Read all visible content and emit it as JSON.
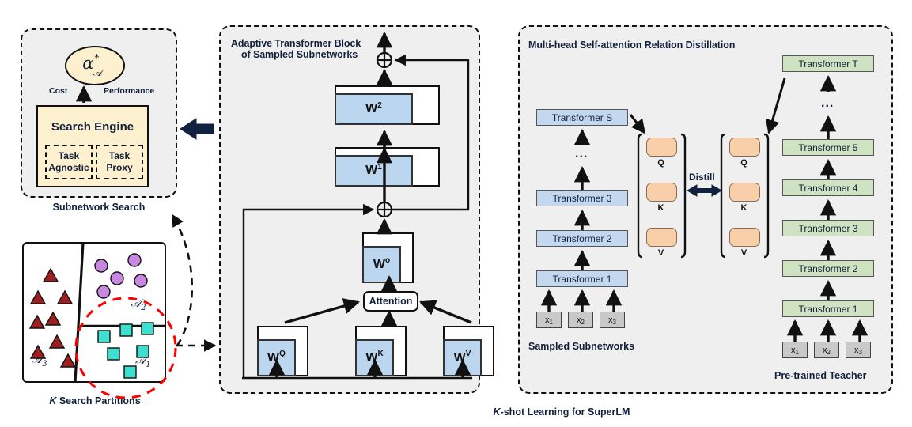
{
  "figure": {
    "caption": "K-shot Learning for SuperLM",
    "caption_k": "K",
    "caption_rest": "-shot Learning for SuperLM"
  },
  "left_panel": {
    "title": "Subnetwork Search",
    "objective_symbol": "α",
    "objective_superscript": "*",
    "objective_subscript": "𝒜",
    "cost_label": "Cost",
    "performance_label": "Performance",
    "search_engine_label": "Search Engine",
    "modules": [
      {
        "line1": "Task",
        "line2": "Agnostic"
      },
      {
        "line1": "Task",
        "line2": "Proxy"
      }
    ]
  },
  "partitions": {
    "caption_k": "K",
    "caption_rest": " Search Partitions",
    "caption": "K Search Partitions",
    "regions": [
      {
        "label": "A",
        "sub": "3",
        "shape": "triangle",
        "color": "#9e1f1f"
      },
      {
        "label": "A",
        "sub": "2",
        "shape": "circle",
        "color": "#c887e0"
      },
      {
        "label": "A",
        "sub": "1",
        "shape": "square",
        "color": "#3de0d0"
      }
    ],
    "highlight_color": "#ff0000"
  },
  "middle_panel": {
    "title_line1": "Adaptive Transformer Block",
    "title_line2": "of Sampled Subnetworks",
    "attention_label": "Attention",
    "weights": [
      {
        "name": "W",
        "sup": "2"
      },
      {
        "name": "W",
        "sup": "1"
      },
      {
        "name": "W",
        "sup": "o"
      },
      {
        "name": "W",
        "sup": "Q"
      },
      {
        "name": "W",
        "sup": "K"
      },
      {
        "name": "W",
        "sup": "V"
      }
    ],
    "add_symbol": "⊕"
  },
  "right_panel": {
    "title": "Multi-head Self-attention Relation Distillation",
    "distill_label": "Distill",
    "student": {
      "caption": "Sampled Subnetworks",
      "layers": [
        "Transformer 1",
        "Transformer 2",
        "Transformer 3",
        "Transformer S"
      ],
      "ellipsis": "...",
      "inputs": [
        "x1",
        "x2",
        "x3"
      ],
      "input_base": "x",
      "input_subs": [
        "1",
        "2",
        "3"
      ],
      "color": "#c3d8ef"
    },
    "teacher": {
      "caption": "Pre-trained Teacher",
      "layers": [
        "Transformer 1",
        "Transformer 2",
        "Transformer 3",
        "Transformer 4",
        "Transformer 5",
        "Transformer T"
      ],
      "ellipsis": "...",
      "inputs": [
        "x1",
        "x2",
        "x3"
      ],
      "input_base": "x",
      "input_subs": [
        "1",
        "2",
        "3"
      ],
      "color": "#cfe3c3"
    },
    "relations": {
      "student_labels": [
        "Q",
        "K",
        "V"
      ],
      "teacher_labels": [
        "Q",
        "K",
        "V"
      ],
      "block_color": "#f8cfa8"
    }
  },
  "colors": {
    "panel_bg": "#efefef",
    "weight_fill": "#bcd6ef",
    "search_engine_fill": "#fdf0cf",
    "arrow_blue": "#173a6b"
  }
}
